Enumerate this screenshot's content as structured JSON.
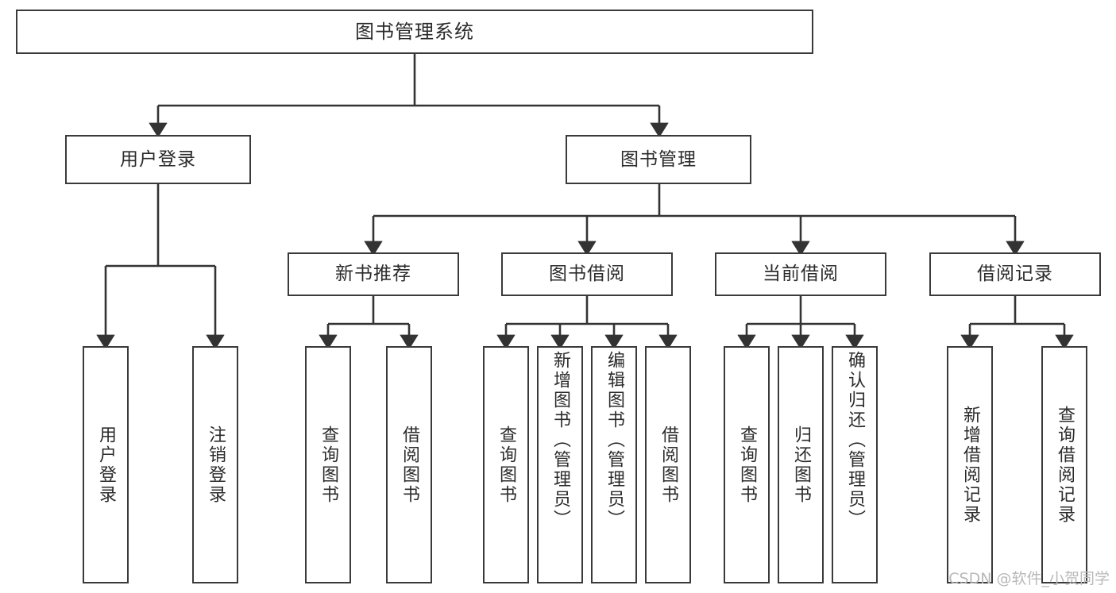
{
  "diagram": {
    "title": "图书管理系统",
    "type": "hierarchy-tree",
    "root": {
      "id": "root",
      "label": "图书管理系统"
    },
    "level2": [
      {
        "id": "user-login",
        "label": "用户登录"
      },
      {
        "id": "book-management",
        "label": "图书管理"
      }
    ],
    "level3": [
      {
        "id": "new-book-recommend",
        "label": "新书推荐",
        "parent": "book-management"
      },
      {
        "id": "book-borrow",
        "label": "图书借阅",
        "parent": "book-management"
      },
      {
        "id": "current-borrow",
        "label": "当前借阅",
        "parent": "book-management"
      },
      {
        "id": "borrow-record",
        "label": "借阅记录",
        "parent": "book-management"
      }
    ],
    "leaves": [
      {
        "id": "leaf-user-login",
        "label": "用户登录",
        "parent": "user-login"
      },
      {
        "id": "leaf-user-logout",
        "label": "注销登录",
        "parent": "user-login"
      },
      {
        "id": "leaf-query-book-1",
        "label": "查询图书",
        "parent": "new-book-recommend"
      },
      {
        "id": "leaf-borrow-book-1",
        "label": "借阅图书",
        "parent": "new-book-recommend"
      },
      {
        "id": "leaf-query-book-2",
        "label": "查询图书",
        "parent": "book-borrow"
      },
      {
        "id": "leaf-add-book",
        "label": "新增图书（管理员）",
        "parent": "book-borrow"
      },
      {
        "id": "leaf-edit-book",
        "label": "编辑图书（管理员）",
        "parent": "book-borrow"
      },
      {
        "id": "leaf-borrow-book-2",
        "label": "借阅图书",
        "parent": "book-borrow"
      },
      {
        "id": "leaf-query-book-3",
        "label": "查询图书",
        "parent": "current-borrow"
      },
      {
        "id": "leaf-return-book",
        "label": "归还图书",
        "parent": "current-borrow"
      },
      {
        "id": "leaf-confirm-return",
        "label": "确认归还（管理员）",
        "parent": "current-borrow"
      },
      {
        "id": "leaf-add-record",
        "label": "新增借阅记录",
        "parent": "borrow-record"
      },
      {
        "id": "leaf-query-record",
        "label": "查询借阅记录",
        "parent": "borrow-record"
      }
    ],
    "colors": {
      "border": "#3a3a3a",
      "background": "#ffffff",
      "text": "#2b2b2b",
      "watermark": "#b9b9b9"
    }
  },
  "watermark": {
    "text": "CSDN @软件_小贺同学"
  }
}
